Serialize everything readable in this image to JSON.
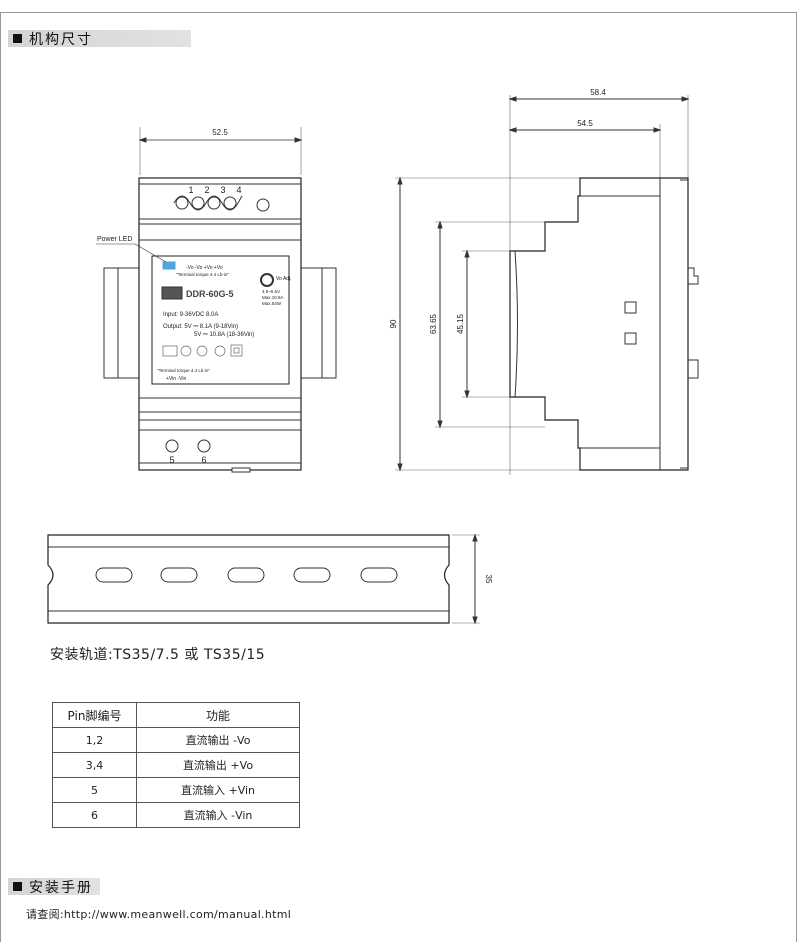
{
  "sections": {
    "mechanical": "机构尺寸",
    "manual": "安装手册"
  },
  "drawing": {
    "front": {
      "width_dim": "52.5",
      "pin_labels": [
        "1",
        "2",
        "3",
        "4"
      ],
      "bottom_pin_labels": [
        "5",
        "6"
      ],
      "power_led_label": "Power LED",
      "terminal_top": "-Vo  -Vo  +Vo  +Vo",
      "torque_top": "\"Terminal torque 4.4 Lb-in\"",
      "vo_adj": "Vo\nAdj.",
      "range": "4.5~5.5V",
      "max_a": "Max.10.8A",
      "max_w": "Max.54W",
      "model": "DDR-60G-5",
      "input": "Input:   9-36VDC  8.0A",
      "output1": "Output:  5V ⎓ 8.1A (9-18Vin)",
      "output2": "5V ⎓ 10.8A (18-36Vin)",
      "torque_bottom": "\"Terminal torque 4.4 Lb-in\"",
      "terminal_bottom": "+Vin           -Vin"
    },
    "side": {
      "dim_total": "58.4",
      "dim_body": "54.5",
      "dim_height": "90",
      "dim_mid": "63.65",
      "dim_inner": "45.15"
    },
    "rail": {
      "dim_height": "35"
    }
  },
  "rail_caption": "安装轨道:TS35/7.5 或 TS35/15",
  "pin_table": {
    "headers": [
      "Pin脚编号",
      "功能"
    ],
    "rows": [
      {
        "pin": "1,2",
        "func": "直流输出 -Vo"
      },
      {
        "pin": "3,4",
        "func": "直流输出 +Vo"
      },
      {
        "pin": "5",
        "func": "直流输入 +Vin"
      },
      {
        "pin": "6",
        "func": "直流输入 -Vin"
      }
    ]
  },
  "manual_link": "请查阅:http://www.meanwell.com/manual.html",
  "colors": {
    "header_bg": "#d8d8d8",
    "led": "#4da6e0",
    "line": "#333333"
  }
}
